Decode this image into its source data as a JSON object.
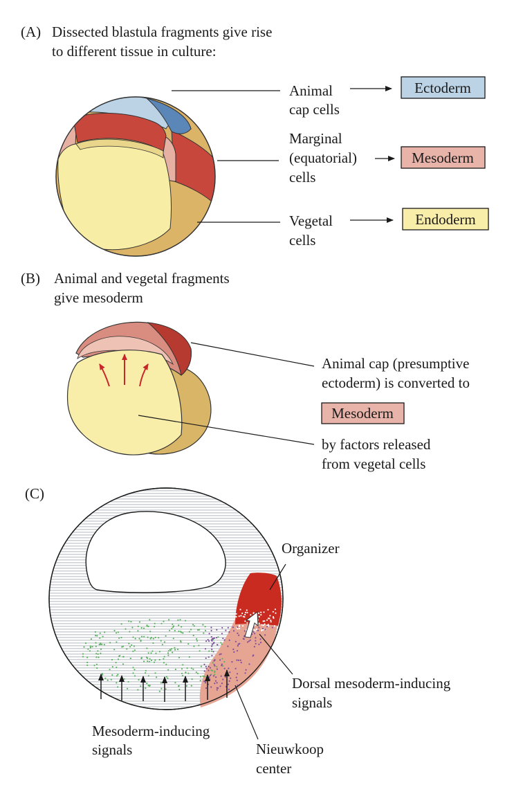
{
  "panel_a": {
    "letter": "(A)",
    "caption_line1": "Dissected blastula fragments give rise",
    "caption_line2": "to different tissue in culture:",
    "animal_label_line1": "Animal",
    "animal_label_line2": "cap cells",
    "marginal_label_line1": "Marginal",
    "marginal_label_line2": "(equatorial)",
    "marginal_label_line3": "cells",
    "vegetal_label_line1": "Vegetal",
    "vegetal_label_line2": "cells",
    "ectoderm_box": "Ectoderm",
    "mesoderm_box": "Mesoderm",
    "endoderm_box": "Endoderm"
  },
  "panel_b": {
    "letter": "(B)",
    "caption_line1": "Animal and vegetal fragments",
    "caption_line2": "give mesoderm",
    "text_line1": "Animal cap (presumptive",
    "text_line2": "ectoderm) is converted to",
    "mesoderm_box": "Mesoderm",
    "text_line3": "by factors released",
    "text_line4": "from vegetal cells"
  },
  "panel_c": {
    "letter": "(C)",
    "organizer_label": "Organizer",
    "dorsal_label_line1": "Dorsal mesoderm-inducing",
    "dorsal_label_line2": "signals",
    "mesoderm_signals_line1": "Mesoderm-inducing",
    "mesoderm_signals_line2": "signals",
    "nieuwkoop_line1": "Nieuwkoop",
    "nieuwkoop_line2": "center"
  },
  "colors": {
    "ectoderm_blue": "#bcd3e6",
    "ectoderm_blue_dark": "#5b86b8",
    "mesoderm_red": "#d0544a",
    "mesoderm_pink": "#e6b3a6",
    "mesoderm_box_fill": "#e8b3a8",
    "endoderm_yellow": "#f8eeaa",
    "endoderm_tan": "#d9b567",
    "organizer_red": "#c92b20",
    "nieuwkoop_pink": "#e6a493",
    "arrow_red": "#c8262b"
  }
}
